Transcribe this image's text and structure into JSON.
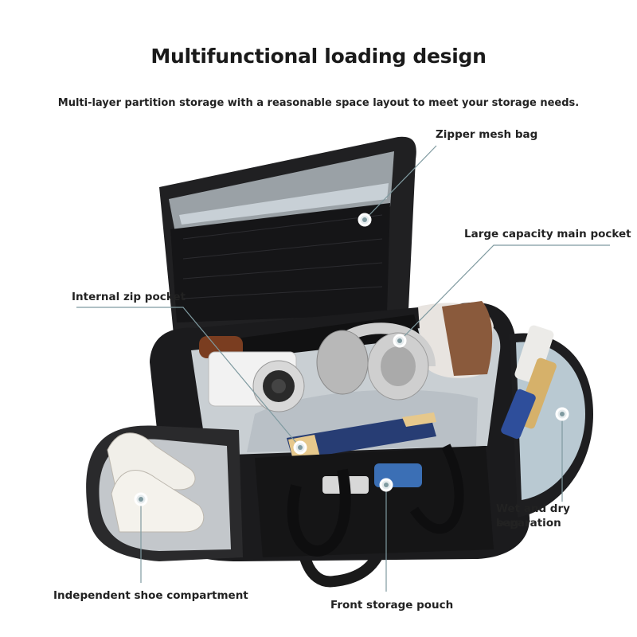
{
  "headline": "Multifunctional loading design",
  "subheadline": "Multi-layer partition storage with a reasonable space layout to meet your storage needs.",
  "callouts": {
    "zipper_mesh_bag": "Zipper mesh bag",
    "large_capacity_main_pocket": "Large capacity main pocket",
    "internal_zip_pocket": "Internal zip pocket",
    "wet_dry_line1": "Wet and dry separation",
    "wet_dry_line2": "bag",
    "independent_shoe_compartment": "Independent shoe compartment",
    "front_storage_pouch": "Front storage pouch"
  },
  "colors": {
    "bag": "#1c1c1e",
    "lining": "#c9cfd3",
    "leader_line": "#7f9aa0",
    "marker_fill": "#e6ecee"
  }
}
